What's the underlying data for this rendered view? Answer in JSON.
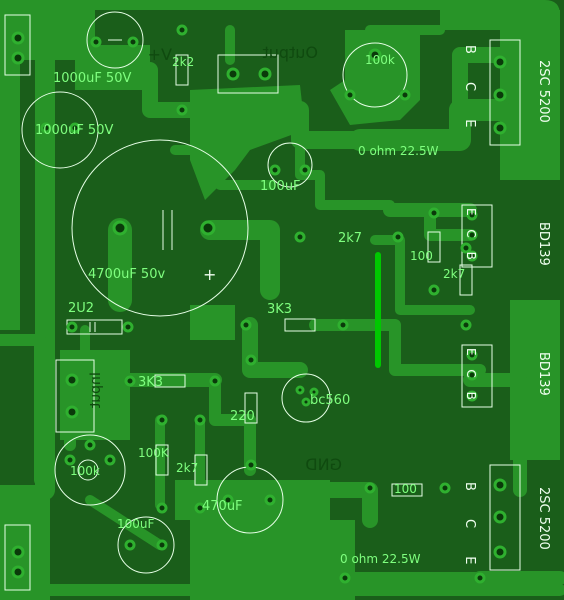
{
  "board": {
    "background": "#1a5e1a",
    "copper": "#289428",
    "silk": "#e6ffe6",
    "label_color": "#7fff7f",
    "bridge_color": "#00c800"
  },
  "labels": {
    "c_1000uf_top": "1000uF 50V",
    "c_1000uf_mid": "1000uF 50V",
    "r_2k2": "2k2",
    "pot_100k_top": "100k",
    "zero_ohm_top": "0 ohm 22.5W",
    "c_100uf_mid": "100uF",
    "c_4700uf": "4700uF 50v",
    "r_2k7_mid": "2k7",
    "r_100_mid": "100",
    "r_2k7_right": "2k7",
    "c_2u2": "2U2",
    "r_3k3": "3K3",
    "r_3k3_input": "3K3",
    "q_bc560": "bc560",
    "r_220": "220",
    "pot_100k_low": "100k",
    "r_100k": "100K",
    "r_2k7_low": "2k7",
    "c_470uf": "470uF",
    "c_100uf_low": "100uF",
    "r_100_low": "100",
    "zero_ohm_low": "0 ohm 22.5W",
    "plus_sign": "+",
    "mirror_output": "Output",
    "mirror_input": "Input",
    "mirror_gnd": "GND",
    "mirror_vplus": "V+",
    "t1_name": "2SC 5200",
    "t1_pins": "B C E",
    "t2_name": "BD139",
    "t2_pins": "E C B",
    "t3_name": "BD139",
    "t3_pins": "E C B",
    "t4_name": "2SC 5200",
    "t4_pins": "B C E"
  }
}
